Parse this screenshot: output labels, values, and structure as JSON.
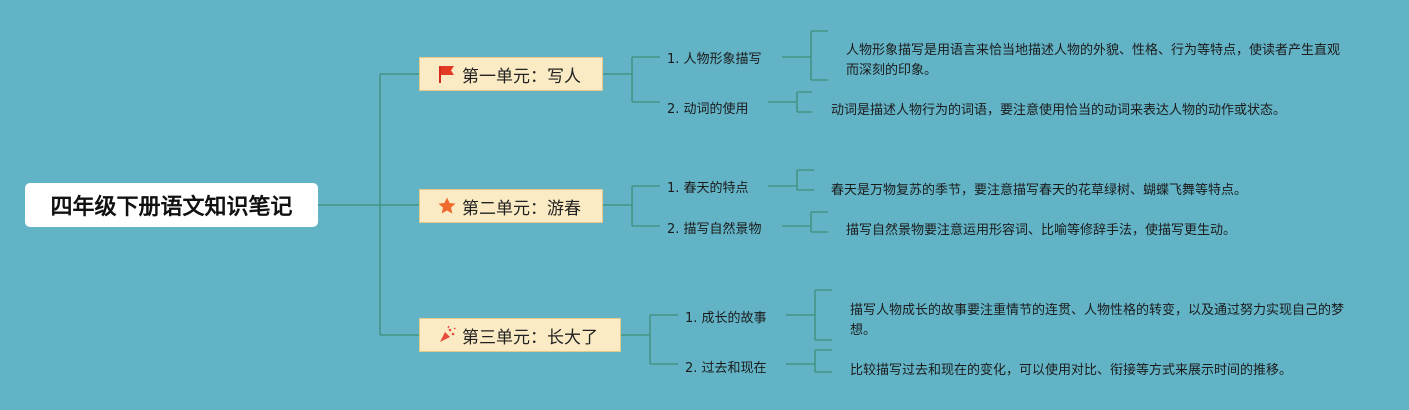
{
  "title": "四年级下册语文知识笔记",
  "colors": {
    "background": "#62b3c6",
    "line": "#3f8e79",
    "unit_fill": "#faebc4"
  },
  "units": [
    {
      "label": "第一单元：写人",
      "icon": "red-flag-icon",
      "topics": [
        {
          "label": "1. 人物形象描写",
          "desc": "人物形象描写是用语言来恰当地描述人物的外貌、性格、行为等特点，使读者产生直观而深刻的印象。"
        },
        {
          "label": "2. 动词的使用",
          "desc": "动词是描述人物行为的词语，要注意使用恰当的动词来表达人物的动作或状态。"
        }
      ]
    },
    {
      "label": "第二单元：游春",
      "icon": "orange-star-icon",
      "topics": [
        {
          "label": "1. 春天的特点",
          "desc": "春天是万物复苏的季节，要注意描写春天的花草绿树、蝴蝶飞舞等特点。"
        },
        {
          "label": "2. 描写自然景物",
          "desc": "描写自然景物要注意运用形容词、比喻等修辞手法，使描写更生动。"
        }
      ]
    },
    {
      "label": "第三单元：长大了",
      "icon": "party-popper-icon",
      "topics": [
        {
          "label": "1. 成长的故事",
          "desc": "描写人物成长的故事要注重情节的连贯、人物性格的转变，以及通过努力实现自己的梦想。"
        },
        {
          "label": "2. 过去和现在",
          "desc": "比较描写过去和现在的变化，可以使用对比、衔接等方式来展示时间的推移。"
        }
      ]
    }
  ]
}
